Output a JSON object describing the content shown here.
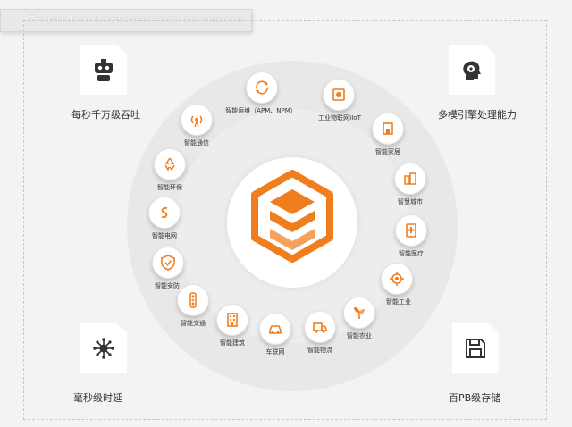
{
  "banner": {
    "title": "Transition from character scene to city interconnection"
  },
  "center": {
    "logo_icon": "orange-hexagon-layers-logo"
  },
  "corners": [
    {
      "icon": "robot-icon",
      "label": "每秒千万级吞吐"
    },
    {
      "icon": "brain-head-icon",
      "label": "多模引擎处理能力"
    },
    {
      "icon": "network-hub-icon",
      "label": "毫秒级时延"
    },
    {
      "icon": "save-disk-icon",
      "label": "百PB级存储"
    }
  ],
  "nodes": [
    {
      "icon": "refresh-icon",
      "label": "智能运维（APM、NPM）"
    },
    {
      "icon": "iot-device-icon",
      "label": "工业物联网IIoT"
    },
    {
      "icon": "home-icon",
      "label": "智能家居"
    },
    {
      "icon": "city-icon",
      "label": "智慧城市"
    },
    {
      "icon": "medical-icon",
      "label": "智能医疗"
    },
    {
      "icon": "industry-icon",
      "label": "智能工业"
    },
    {
      "icon": "agriculture-icon",
      "label": "智能农业"
    },
    {
      "icon": "logistics-icon",
      "label": "智能物流"
    },
    {
      "icon": "car-network-icon",
      "label": "车联网"
    },
    {
      "icon": "building-icon",
      "label": "智能建筑"
    },
    {
      "icon": "traffic-icon",
      "label": "智能交通"
    },
    {
      "icon": "shield-icon",
      "label": "智能安防"
    },
    {
      "icon": "power-grid-icon",
      "label": "智能电网"
    },
    {
      "icon": "recycle-icon",
      "label": "智能环保"
    },
    {
      "icon": "signal-icon",
      "label": "智能通信"
    }
  ],
  "colors": {
    "accent": "#f07d1e",
    "accent_light": "#f6a25c"
  }
}
